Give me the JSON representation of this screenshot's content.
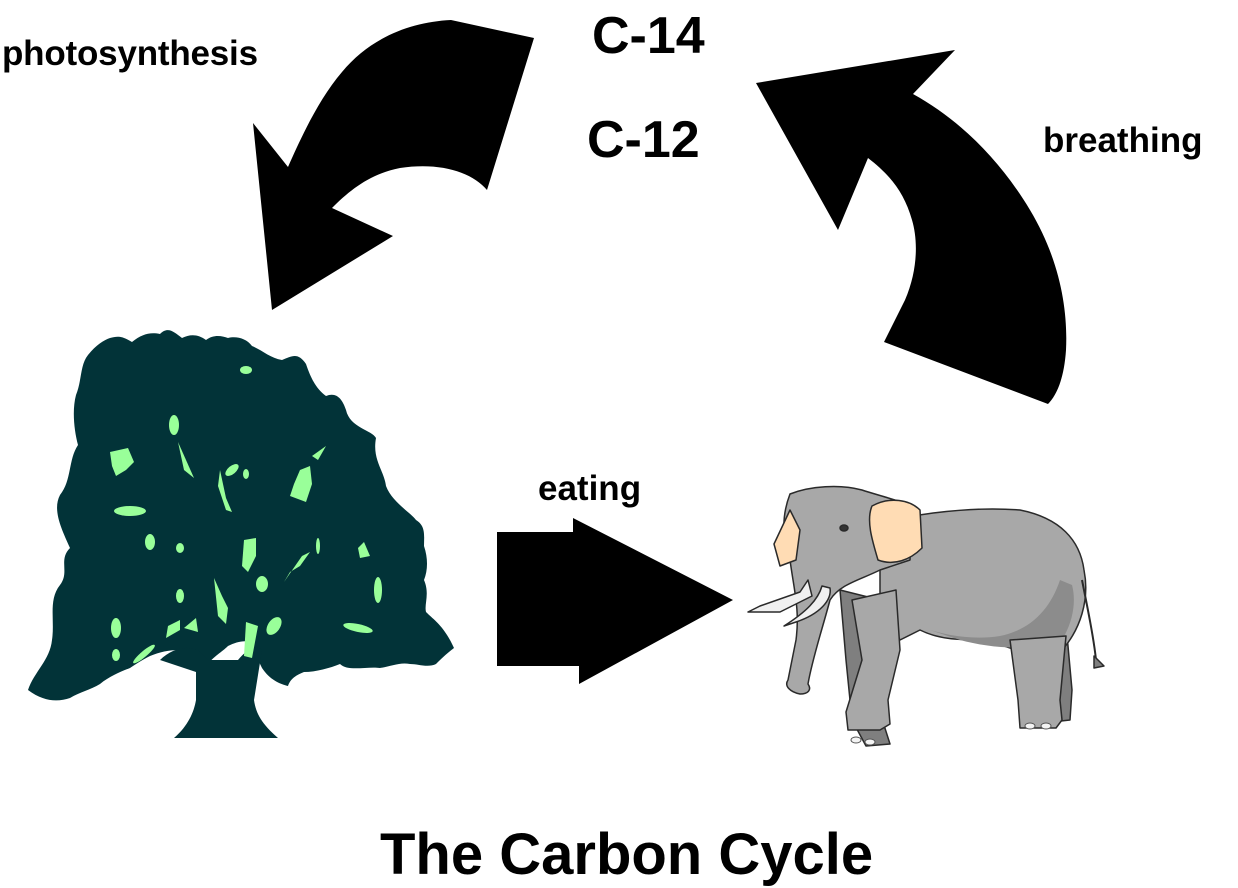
{
  "title": "The Carbon Cycle",
  "isotopes": {
    "top": "C-14",
    "bottom": "C-12"
  },
  "processes": {
    "photosynthesis": "photosynthesis",
    "breathing": "breathing",
    "eating": "eating"
  },
  "nodes": [
    {
      "id": "atmosphere",
      "label": "C-14 / C-12"
    },
    {
      "id": "tree",
      "icon": "tree-icon"
    },
    {
      "id": "elephant",
      "icon": "elephant-icon"
    }
  ],
  "edges": [
    {
      "from": "atmosphere",
      "to": "tree",
      "label": "photosynthesis",
      "icon": "curved-arrow-down-left-icon"
    },
    {
      "from": "tree",
      "to": "elephant",
      "label": "eating",
      "icon": "arrow-right-icon"
    },
    {
      "from": "elephant",
      "to": "atmosphere",
      "label": "breathing",
      "icon": "curved-arrow-up-left-icon"
    }
  ],
  "colors": {
    "background": "#ffffff",
    "arrow": "#000000",
    "text": "#000000",
    "tree_dark": "#023338",
    "tree_light": "#99ff99",
    "elephant_body": "#a8a8a8",
    "elephant_shadow": "#7f7f7f",
    "elephant_ear": "#ffdcb4",
    "tusk": "#f0f0f0"
  }
}
